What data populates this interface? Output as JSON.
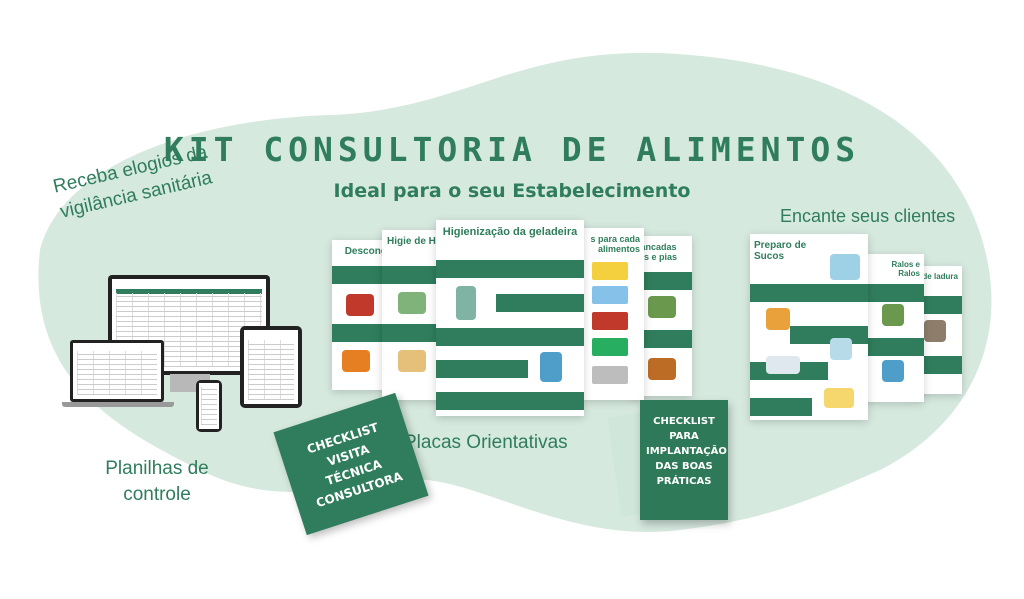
{
  "header": {
    "title": "KIT CONSULTORIA DE ALIMENTOS",
    "subtitle": "Ideal para o seu Estabelecimento"
  },
  "callouts": {
    "elogios": "Receba elogios da vigilância sanitária",
    "encante": "Encante seus clientes",
    "planilhas": "Planilhas de controle",
    "placas": "Placas Orientativas"
  },
  "posters": {
    "geladeira": "Higienização da geladeira",
    "descongel": "Descongel",
    "higie": "Higie de Ho",
    "placas_cada": "s para cada alimentos",
    "bancadas": "Bancadas sas e pias",
    "sucos": "Preparo de Sucos",
    "ralos": "Ralos e Ralos",
    "ladura": "de ladura"
  },
  "books": {
    "left": "CHECKLIST VISITA TÉCNICA CONSULTORA",
    "right": "CHECKLIST PARA IMPLANTAÇÃO DAS BOAS PRÁTICAS"
  },
  "colors": {
    "brand": "#2f7d5c",
    "blob": "#d6e9df"
  }
}
